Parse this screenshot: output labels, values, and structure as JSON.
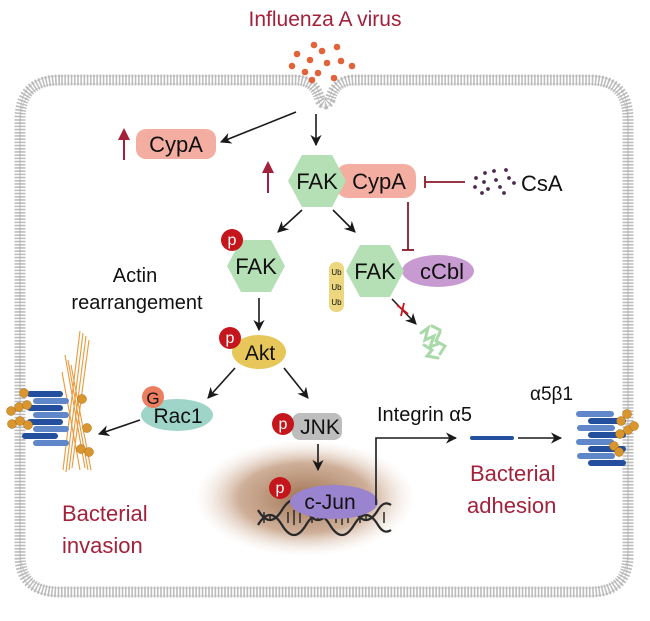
{
  "title": "Influenza A virus",
  "colors": {
    "title_red": "#a3213a",
    "membrane": "#b9b9b9",
    "virus": "#e0633a",
    "cypa_fill": "#f3aea1",
    "fak_fill": "#b5dfb5",
    "ccbl_fill": "#c79ad2",
    "akt_fill": "#e7c65a",
    "rac1_fill": "#9fd5c8",
    "jnk_fill": "#bdbdbd",
    "cjun_fill": "#9a83cf",
    "ub_fill": "#ecd77f",
    "phospho_red": "#c4161c",
    "gtp_fill": "#ec7d5e",
    "nucleus": "#b48363",
    "integrin_dark": "#244f9e",
    "integrin_light": "#5f87c9",
    "bacteria": "#d9962e",
    "actin": "#e99a3c",
    "inhibitor": "#8b1a2a",
    "csa_dots": "#4e2a52",
    "degraded": "#a9d9a9"
  },
  "nodes": {
    "cypa_up": "CypA",
    "fak_complex_fak": "FAK",
    "fak_complex_cypa": "CypA",
    "csa": "CsA",
    "pfak": "FAK",
    "fak_ub": "FAK",
    "ccbl": "cCbl",
    "ub_labels": [
      "Ub",
      "Ub",
      "Ub"
    ],
    "akt": "Akt",
    "rac1": "Rac1",
    "gtp": "G",
    "jnk": "JNK",
    "cjun": "c-Jun",
    "phospho": "p"
  },
  "labels": {
    "actin_line1": "Actin",
    "actin_line2": "rearrangement",
    "integrin_a5": "Integrin α5",
    "a5b1": "α5β1",
    "invasion_line1": "Bacterial",
    "invasion_line2": "invasion",
    "adhesion_line1": "Bacterial",
    "adhesion_line2": "adhesion"
  },
  "indicators": {
    "up_arrow": "upregulated"
  }
}
